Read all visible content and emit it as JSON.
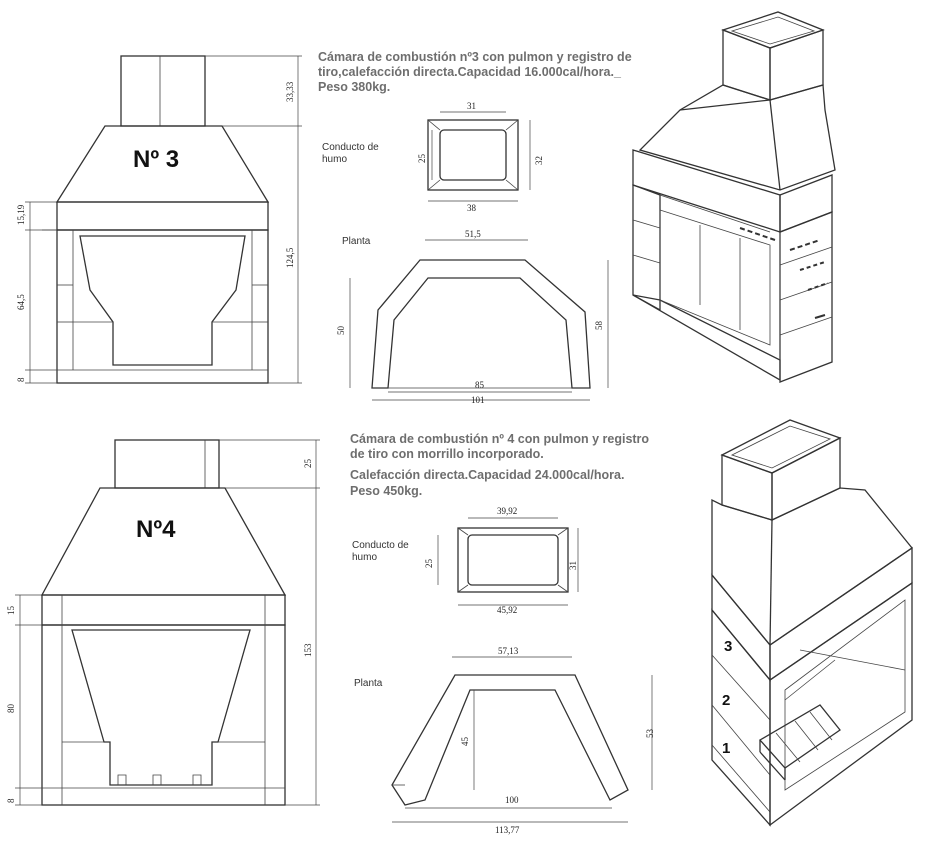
{
  "model3": {
    "title": "Nº 3",
    "description": [
      "Cámara de combustión nº3 con pulmon y registro de",
      "tiro,calefacción directa.Capacidad 16.000cal/hora._",
      "Peso 380kg."
    ],
    "flue_label": [
      "Conducto de",
      "humo"
    ],
    "plan_label": "Planta",
    "flue_dims": {
      "top": "31",
      "bottom": "38",
      "left": "25",
      "right": "32"
    },
    "plan_dims": {
      "top": "51,5",
      "inner": "85",
      "outer": "101",
      "left": "50",
      "right": "58"
    },
    "elevation_dims": {
      "chimney": "33,33",
      "total": "124,5",
      "band": "15,19",
      "opening": "64,5",
      "base": "8"
    }
  },
  "model4": {
    "title": "Nº4",
    "description": [
      "Cámara de combustión nº 4 con pulmon y registro",
      "de tiro con morrillo incorporado.",
      "Calefacción directa.Capacidad 24.000cal/hora.",
      "Peso 450kg."
    ],
    "flue_label": [
      "Conducto de",
      "humo"
    ],
    "plan_label": "Planta",
    "flue_dims": {
      "top": "39,92",
      "bottom": "45,92",
      "left": "25",
      "right": "31"
    },
    "plan_dims": {
      "top": "57,13",
      "inner": "100",
      "outer": "113,77",
      "left": "45",
      "right": "53"
    },
    "elevation_dims": {
      "chimney": "25",
      "total": "153",
      "band": "15",
      "opening": "80",
      "base": "8"
    },
    "section_numbers": [
      "3",
      "2",
      "1"
    ]
  }
}
